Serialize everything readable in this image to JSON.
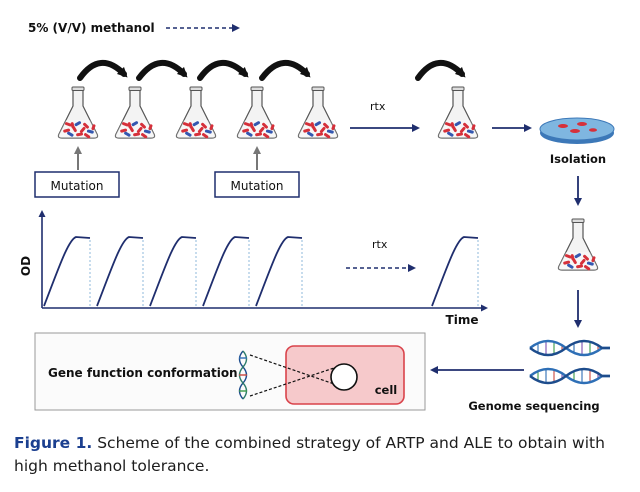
{
  "diagram": {
    "methanol_label": "5% (V/V) methanol",
    "mutation_label": "Mutation",
    "rtx_label": "rtx",
    "isolation_label": "Isolation",
    "axis_y_label": "OD",
    "axis_x_label": "Time",
    "genome_label": "Genome sequencing",
    "gene_function_label": "Gene function conformation",
    "cell_label": "cell"
  },
  "caption": {
    "label": "Figure 1.",
    "text": "Scheme of the combined strategy of ARTP and ALE to obtain with high methanol tolerance."
  },
  "colors": {
    "navy": "#1f2e6e",
    "cell_red": "#d6303a",
    "cell_blue": "#3457b0",
    "cell_box_fill": "#f6c9cb",
    "cell_box_stroke": "#d9434b",
    "dish_blue": "#6fa9d8",
    "dashed_blue": "#8fb8db"
  }
}
